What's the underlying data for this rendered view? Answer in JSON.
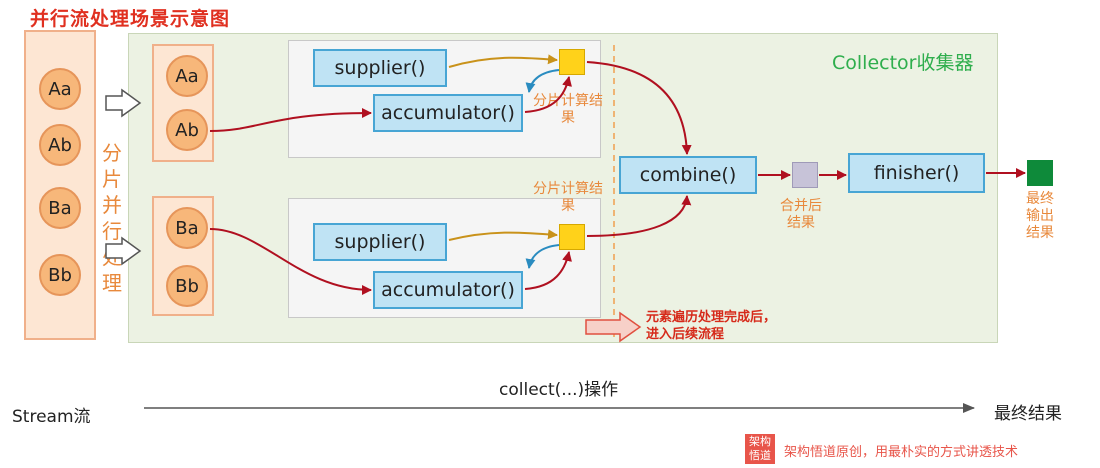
{
  "title": "并行流处理场景示意图",
  "collector_label": "Collector收集器",
  "stream_elements": [
    "Aa",
    "Ab",
    "Ba",
    "Bb"
  ],
  "partition_label": "分片并行处理",
  "partitions": [
    {
      "elements": [
        "Aa",
        "Ab"
      ],
      "supplier": "supplier()",
      "accumulator": "accumulator()",
      "result_label": "分片计算结果"
    },
    {
      "elements": [
        "Ba",
        "Bb"
      ],
      "supplier": "supplier()",
      "accumulator": "accumulator()",
      "result_label": "分片计算结果"
    }
  ],
  "combine": "combine()",
  "combine_result_label": "合并后结果",
  "finisher": "finisher()",
  "final_result_label": "最终输出结果",
  "traversal_note": "元素遍历处理完成后，进入后续流程",
  "bottom": {
    "stream_label": "Stream流",
    "collect_label": "collect(...)操作",
    "final_label": "最终结果"
  },
  "watermark": {
    "logo_text": "架构悟道",
    "text": "架构悟道原创，用最朴实的方式讲透技术"
  },
  "colors": {
    "title": "#e03020",
    "collector_green": "#2fae4d",
    "arrow_red": "#b01020",
    "arrow_gold": "#c9921a",
    "arrow_blue": "#2a8cc0",
    "final_square": "#0e8a3a",
    "combine_square": "#c7c3d8"
  }
}
